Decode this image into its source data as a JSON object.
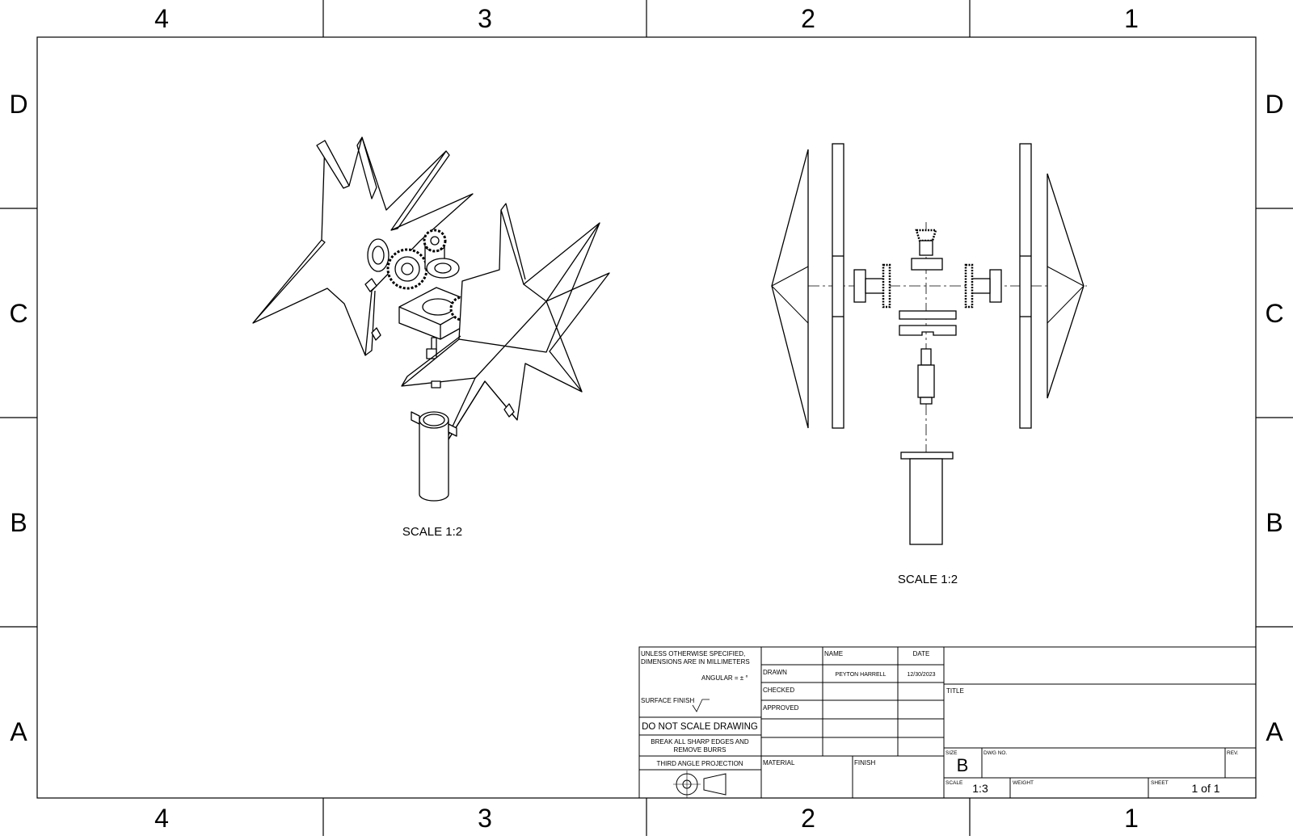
{
  "sheet": {
    "top_columns": [
      "4",
      "3",
      "2",
      "1"
    ],
    "bottom_columns": [
      "4",
      "3",
      "2",
      "1"
    ],
    "left_rows": [
      "D",
      "C",
      "B",
      "A"
    ],
    "right_rows": [
      "D",
      "C",
      "B",
      "A"
    ]
  },
  "views": {
    "isometric_scale": "SCALE 1:2",
    "front_scale": "SCALE 1:2"
  },
  "title_block": {
    "tolerance_note_1": "UNLESS OTHERWISE SPECIFIED,",
    "tolerance_note_2": "DIMENSIONS ARE IN MILLIMETERS",
    "angular": "ANGULAR = ± °",
    "surface_finish": "SURFACE FINISH",
    "do_not_scale": "DO NOT SCALE DRAWING",
    "break_edges_1": "BREAK ALL SHARP EDGES AND",
    "break_edges_2": "REMOVE BURRS",
    "projection": "THIRD ANGLE PROJECTION",
    "col_name": "NAME",
    "col_date": "DATE",
    "row_drawn": "DRAWN",
    "row_checked": "CHECKED",
    "row_approved": "APPROVED",
    "drawn_name": "PEYTON HARRELL",
    "drawn_date": "12/30/2023",
    "material_label": "MATERIAL",
    "finish_label": "FINISH",
    "title_label": "TITLE",
    "size_label": "SIZE",
    "size_value": "B",
    "dwg_no_label": "DWG NO.",
    "rev_label": "REV.",
    "scale_label": "SCALE",
    "scale_value": "1:3",
    "weight_label": "WEIGHT",
    "sheet_label": "SHEET",
    "sheet_value": "1 of 1"
  }
}
